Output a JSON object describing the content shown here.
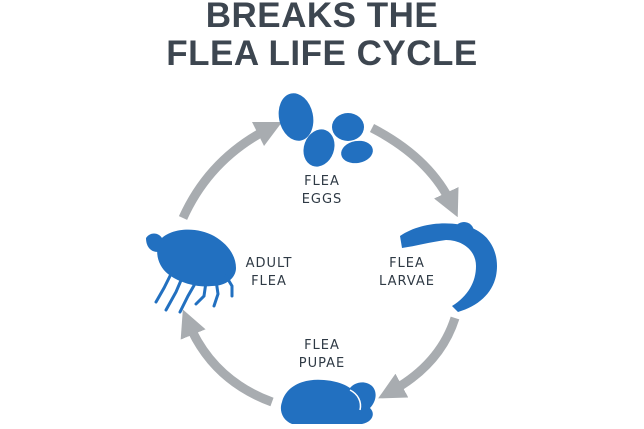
{
  "title": {
    "line1": "BREAKS THE",
    "line2": "FLEA LIFE CYCLE"
  },
  "stages": {
    "eggs": {
      "line1": "FLEA",
      "line2": "EGGS"
    },
    "larvae": {
      "line1": "FLEA",
      "line2": "LARVAE"
    },
    "pupae": {
      "line1": "FLEA",
      "line2": "PUPAE"
    },
    "adult": {
      "line1": "ADULT",
      "line2": "FLEA"
    }
  },
  "colors": {
    "title": "#3d4650",
    "icon": "#2270c0",
    "arrow": "#a8acb0",
    "label": "#2f3a45"
  },
  "icons": [
    "flea-eggs-icon",
    "flea-larvae-icon",
    "flea-pupae-icon",
    "adult-flea-icon"
  ]
}
